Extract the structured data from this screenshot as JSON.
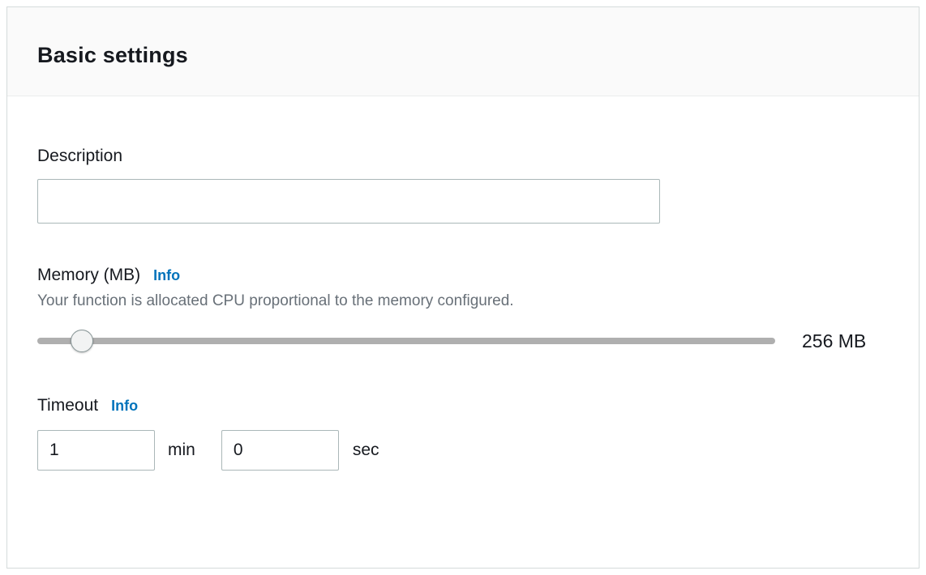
{
  "panel": {
    "title": "Basic settings"
  },
  "description": {
    "label": "Description",
    "value": "",
    "placeholder": ""
  },
  "memory": {
    "label": "Memory (MB)",
    "info_label": "Info",
    "helper": "Your function is allocated CPU proportional to the memory configured.",
    "value_label": "256 MB",
    "slider_percent": 6
  },
  "timeout": {
    "label": "Timeout",
    "info_label": "Info",
    "min_value": "1",
    "min_unit": "min",
    "sec_value": "0",
    "sec_unit": "sec"
  },
  "colors": {
    "accent_blue": "#0073bb",
    "header_bg": "#fafafa",
    "card_border": "#d5dbdb",
    "input_border": "#aab7b8",
    "text_dark": "#16191f",
    "helper_text": "#687078",
    "slider_track": "#afafaf"
  }
}
